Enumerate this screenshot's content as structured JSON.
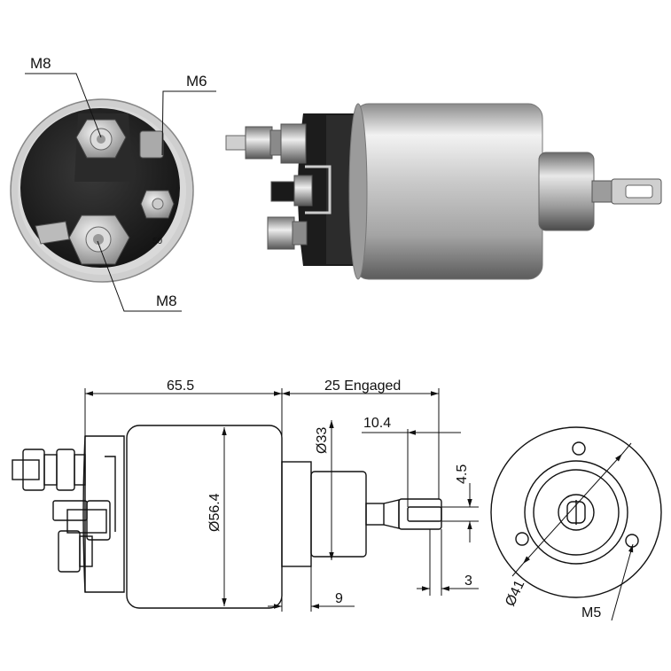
{
  "photo": {
    "end_labels": {
      "top_terminal": "M8",
      "bottom_terminal": "M8",
      "small_terminal": "M6"
    },
    "terminal_mark": "50"
  },
  "drawing": {
    "dims": {
      "body_length": "65.5",
      "stroke": "25 Engaged",
      "plunger_dia": "Ø33",
      "eye_offset": "10.4",
      "slot_width": "4.5",
      "body_dia": "Ø56.4",
      "nose_length": "9",
      "eye_thickness": "3",
      "bolt_circle": "Ø41",
      "thread": "M5"
    }
  },
  "colors": {
    "line": "#111111",
    "metal_light": "#eeeeee",
    "metal_dark": "#7a7a7a",
    "bakelite": "#1c1c1c"
  }
}
